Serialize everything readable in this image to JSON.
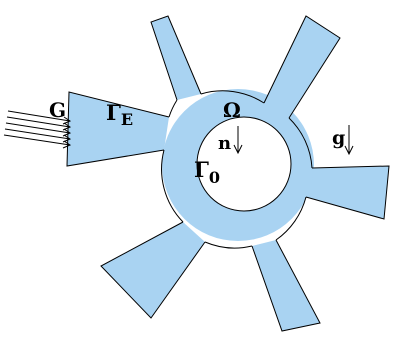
{
  "colors": {
    "domain_fill": "#a9d3f2",
    "outline": "#000000",
    "hole_fill": "#ffffff",
    "arrow": "#000000"
  },
  "labels": {
    "incoming_flux": "G",
    "boundary_symbol": "Γ",
    "boundary_subscript": "E",
    "domain": "Ω",
    "normal": "n",
    "gravity": "g",
    "inner_boundary_symbol": "Γ",
    "inner_boundary_subscript": "0"
  }
}
